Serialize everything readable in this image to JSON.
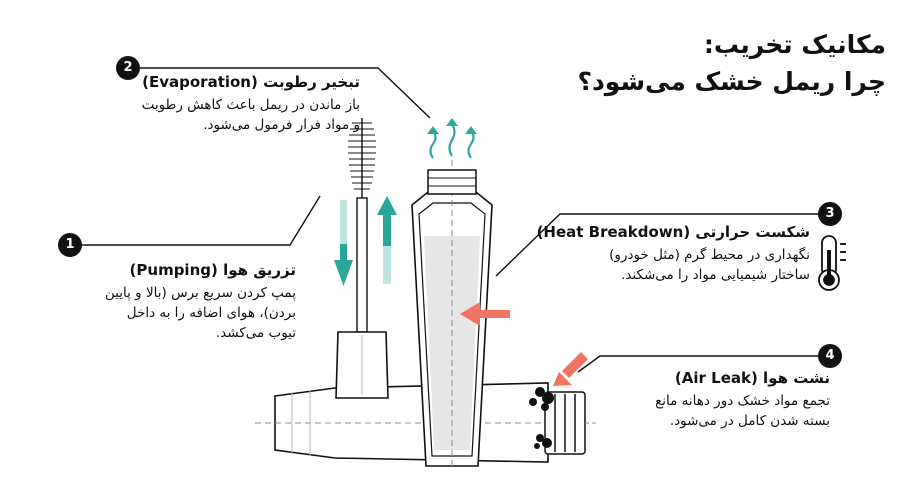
{
  "title": {
    "line1": "مکانیک تخریب:",
    "line2": "چرا ریمل خشک می‌شود؟"
  },
  "callouts": [
    {
      "number": "1",
      "heading": "تزریق هوا (Pumping)",
      "body": [
        "پمپ کردن سریع برس (بالا و پایین",
        "بردن)، هوای اضافه را به داخل",
        "تیوب می‌کشد."
      ]
    },
    {
      "number": "2",
      "heading": "تبخیر رطوبت (Evaporation)",
      "body": [
        "باز ماندن در ریمل باعث کاهش رطوبت",
        "و مواد فرار فرمول می‌شود."
      ]
    },
    {
      "number": "3",
      "heading": "شکست حرارتی (Heat Breakdown)",
      "body": [
        "نگهداری در محیط گرم (مثل خودرو)",
        "ساختار شیمیایی مواد را می‌شکند."
      ]
    },
    {
      "number": "4",
      "heading": "نشت هوا (Air Leak)",
      "body": [
        "تجمع مواد خشک دور دهانه مانع",
        "بسته شدن کامل در می‌شود."
      ]
    }
  ],
  "icons": [
    "up-arrow-icon",
    "down-arrow-icon",
    "steam-icon",
    "thermometer-icon",
    "heat-arrow-icon",
    "leak-arrow-icon"
  ],
  "colors": {
    "teal": "#2aa79a",
    "teal_light": "#bfe3dd",
    "coral": "#ef7462",
    "ink": "#111111",
    "fill": "#e6e6e6"
  }
}
